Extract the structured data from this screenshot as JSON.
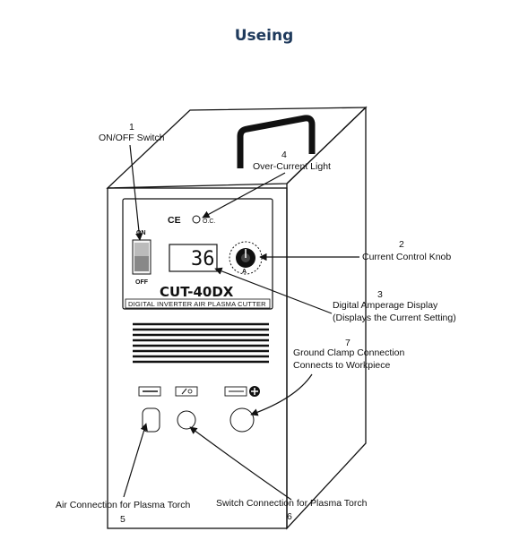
{
  "page": {
    "title": "Useing"
  },
  "device": {
    "model": "CUT-40DX",
    "subtitle": "DIGITAL INVERTER AIR PLASMA CUTTER",
    "display_value": "36",
    "switch_on": "ON",
    "switch_off": "OFF",
    "ce_mark": "CE",
    "oc_label": "O.C.",
    "knob_unit": "A"
  },
  "callouts": [
    {
      "number": "1",
      "text": "ON/OFF Switch"
    },
    {
      "number": "4",
      "text": "Over-Current Light"
    },
    {
      "number": "2",
      "text": "Current Control Knob"
    },
    {
      "number": "3",
      "text": "Digital Amperage Display",
      "text2": "(Displays the Current Setting)"
    },
    {
      "number": "7",
      "text": "Ground Clamp Connection",
      "text2": "Connects to Workpiece"
    },
    {
      "number": "5",
      "text": "Air Connection for Plasma Torch"
    },
    {
      "number": "6",
      "text": "Switch Connection for Plasma Torch"
    }
  ]
}
